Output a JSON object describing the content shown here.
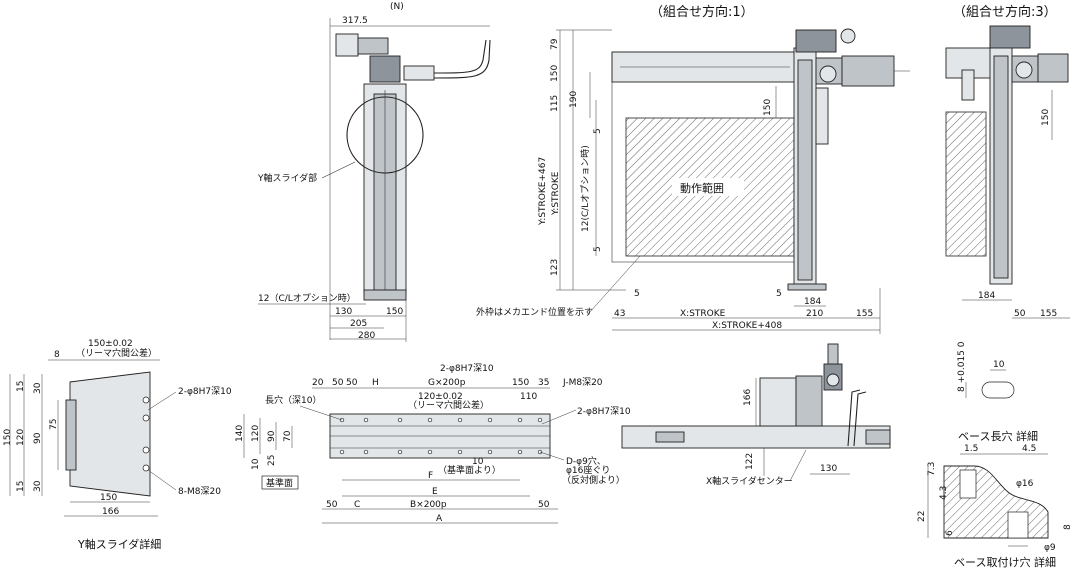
{
  "headings": {
    "combo1": "（組合せ方向:1）",
    "combo3": "（組合せ方向:3）"
  },
  "top_view": {
    "n_label": "(N)",
    "dim_317_5": "317.5",
    "y_slider_part": "Y軸スライダ部",
    "cl_option_12": "12（C/Lオプション時）",
    "dim_130": "130",
    "dim_150": "150",
    "dim_205": "205",
    "dim_280": "280"
  },
  "side_view_1": {
    "dim_79": "79",
    "dim_150": "150",
    "dim_115": "115",
    "dim_190": "190",
    "dim_5_top": "5",
    "dim_150_inner": "150",
    "y_stroke_467": "Y:STROKE+467",
    "y_stroke": "Y:STROKE",
    "cl_option_12_vert": "12(C/Lオプション時)",
    "dim_5_bottom": "5",
    "dim_123": "123",
    "operating_range": "動作範囲",
    "outer_frame_note": "外枠はメカエンド位置を示す",
    "dim_5_left": "5",
    "dim_5_right": "5",
    "dim_184": "184",
    "dim_43": "43",
    "x_stroke": "X:STROKE",
    "dim_210": "210",
    "dim_155": "155",
    "x_stroke_408": "X:STROKE+408"
  },
  "side_view_3": {
    "dim_150": "150",
    "dim_184": "184",
    "dim_50": "50",
    "dim_155": "155"
  },
  "y_slider_detail": {
    "dim_150_tol": "150±0.02",
    "ream_tol": "（リーマ穴間公差）",
    "dim_8": "8",
    "hole_2_phi8": "2-φ8H7深10",
    "m8_holes": "8-M8深20",
    "dim_15_a": "15",
    "dim_30_a": "30",
    "dim_75": "75",
    "dim_120": "120",
    "dim_90": "90",
    "dim_150_v": "150",
    "dim_30_b": "30",
    "dim_15_b": "15",
    "dim_150_h": "150",
    "dim_166": "166",
    "title": "Y軸スライダ詳細"
  },
  "base_plan": {
    "d20": "20",
    "d50a": "50",
    "d50b": "50",
    "h_label": "H",
    "hole_2_phi8_top": "2-φ8H7深10",
    "g_200p": "G×200p",
    "d150": "150",
    "d35": "35",
    "j_m8": "J-M8深20",
    "long_hole": "長穴（深10）",
    "tol_120": "120±0.02",
    "ream_tol": "（リーマ穴間公差）",
    "d110": "110",
    "hole_2_phi8_right": "2-φ8H7深10",
    "d140": "140",
    "d120": "120",
    "d90": "90",
    "d70": "70",
    "d10_l": "10",
    "d25": "25",
    "d10_mid": "10",
    "from_ref": "（基準面より）",
    "d_holes": "D-φ9穴、",
    "counterbore": "φ16座ぐり",
    "from_opposite": "（反対側より）",
    "ref_surface": "基準面",
    "f_label": "F",
    "e_label": "E",
    "d50_bl": "50",
    "c_label": "C",
    "b_200p": "B×200p",
    "d50_br": "50",
    "a_label": "A"
  },
  "front_view": {
    "d166": "166",
    "d122": "122",
    "d130": "130",
    "x_slider_center": "X軸スライダセンター"
  },
  "long_hole_detail": {
    "d10": "10",
    "tol": "8 +0.015 0",
    "title": "ベース長穴 詳細"
  },
  "mount_hole_detail": {
    "d1_5": "1.5",
    "d4_5": "4.5",
    "d7_3": "7.3",
    "d4_3": "4.3",
    "phi16": "φ16",
    "d22": "22",
    "d6": "6",
    "d8": "8",
    "phi9": "φ9",
    "title": "ベース取付け穴 詳細"
  }
}
